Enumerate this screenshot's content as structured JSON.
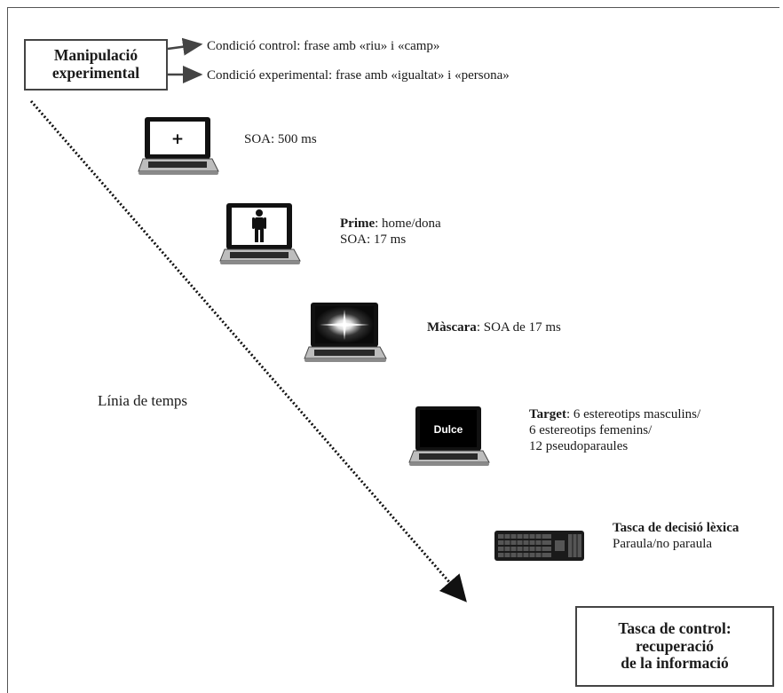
{
  "manipulation": {
    "line1": "Manipulació",
    "line2": "experimental"
  },
  "conditions": [
    "Condició control: frase amb «riu» i «camp»",
    "Condició experimental: frase amb «igualtat» i «persona»"
  ],
  "steps": [
    {
      "icon": "laptop-fixation-icon",
      "bold": "",
      "lines": [
        "SOA: 500 ms"
      ]
    },
    {
      "icon": "laptop-person-icon",
      "bold": "Prime",
      "lines": [
        ": home/dona",
        "SOA: 17 ms"
      ]
    },
    {
      "icon": "laptop-mask-icon",
      "bold": "Màscara",
      "lines": [
        ": SOA de 17 ms"
      ]
    },
    {
      "icon": "laptop-word-icon",
      "bold": "Target",
      "screen_word": "Dulce",
      "lines": [
        ": 6 estereotips masculins/",
        "6 estereotips femenins/",
        "12 pseudoparaules"
      ]
    },
    {
      "icon": "keyboard-icon",
      "bold": "Tasca de decisió lèxica",
      "lines": [
        "",
        "Paraula/no paraula"
      ]
    }
  ],
  "fixation_symbol": "+",
  "timeline_label": "Línia de temps",
  "control_task": {
    "line1": "Tasca de control:",
    "line2": "recuperació",
    "line3": "de la informació"
  }
}
